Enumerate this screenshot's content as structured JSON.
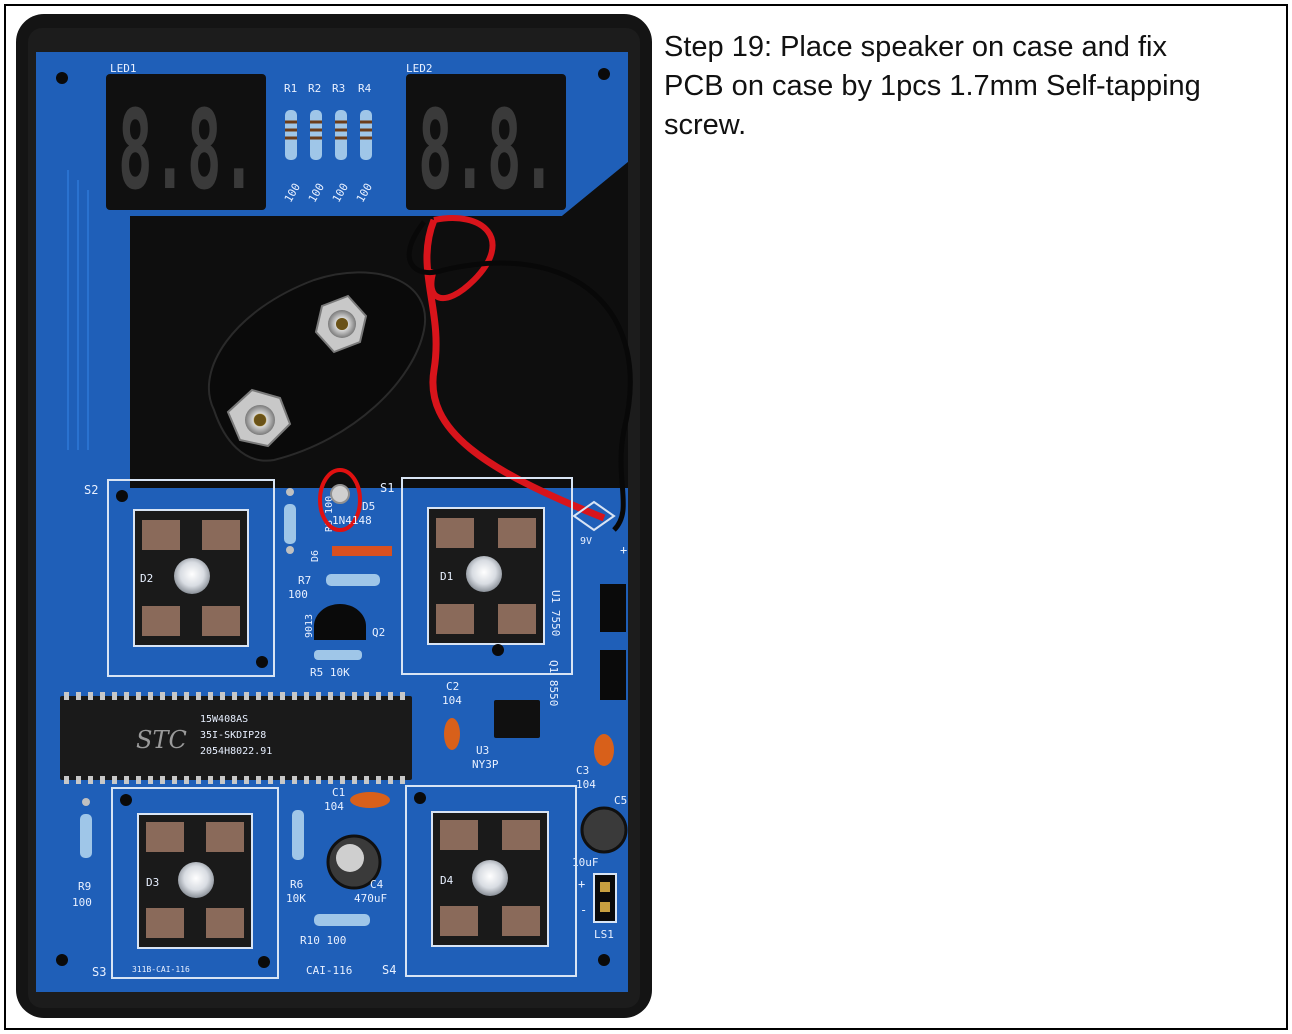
{
  "caption": {
    "line1": "Step 19: Place speaker on case and fix",
    "line2": "PCB on case by 1pcs 1.7mm Self-tapping",
    "line3": "screw."
  },
  "pcb": {
    "led_labels": [
      "LED1",
      "LED2"
    ],
    "display_digits": [
      "8.8.",
      "8.8."
    ],
    "resistor_top_labels": [
      "R1",
      "R2",
      "R3",
      "R4"
    ],
    "resistor_top_values": [
      "100",
      "100",
      "100",
      "100"
    ],
    "switches": [
      "S2",
      "S1",
      "S3",
      "S4"
    ],
    "leds": [
      "D2",
      "D1",
      "D3",
      "D4"
    ],
    "d5": "D5",
    "d5_part": "1N4148",
    "r8": "R8 100",
    "d6": "D6",
    "r7": "R7",
    "r7_value": "100",
    "q2": "Q2",
    "q2_part": "9013",
    "r5": "R5 10K",
    "u1": "U1 7550",
    "q1": "Q1 8550",
    "power": "9V",
    "plus": "+",
    "minus": "-",
    "c2": "C2",
    "c2_value": "104",
    "u3": "U3",
    "u3_part": "NY3P",
    "chip_brand": "STC",
    "chip_line1": "15W408AS",
    "chip_line2": "35I-SKDIP28",
    "chip_line3": "2054H8022.91",
    "c3": "C3",
    "c3_value": "104",
    "c5": "C5",
    "c5_value": "10uF",
    "c1": "C1",
    "c1_value": "104",
    "c4": "C4",
    "c4_value": "470uF",
    "r9": "R9",
    "r9_value": "100",
    "r6": "R6",
    "r6_value": "10K",
    "r10": "R10  100",
    "ls1": "LS1",
    "board_id": "311B-CAI-116",
    "board_name": "CAI-116"
  },
  "colors": {
    "pcb_blue": "#1f5fb8",
    "case_black": "#141414",
    "highlight_red": "#e01010",
    "wire_red": "#d8141b"
  }
}
